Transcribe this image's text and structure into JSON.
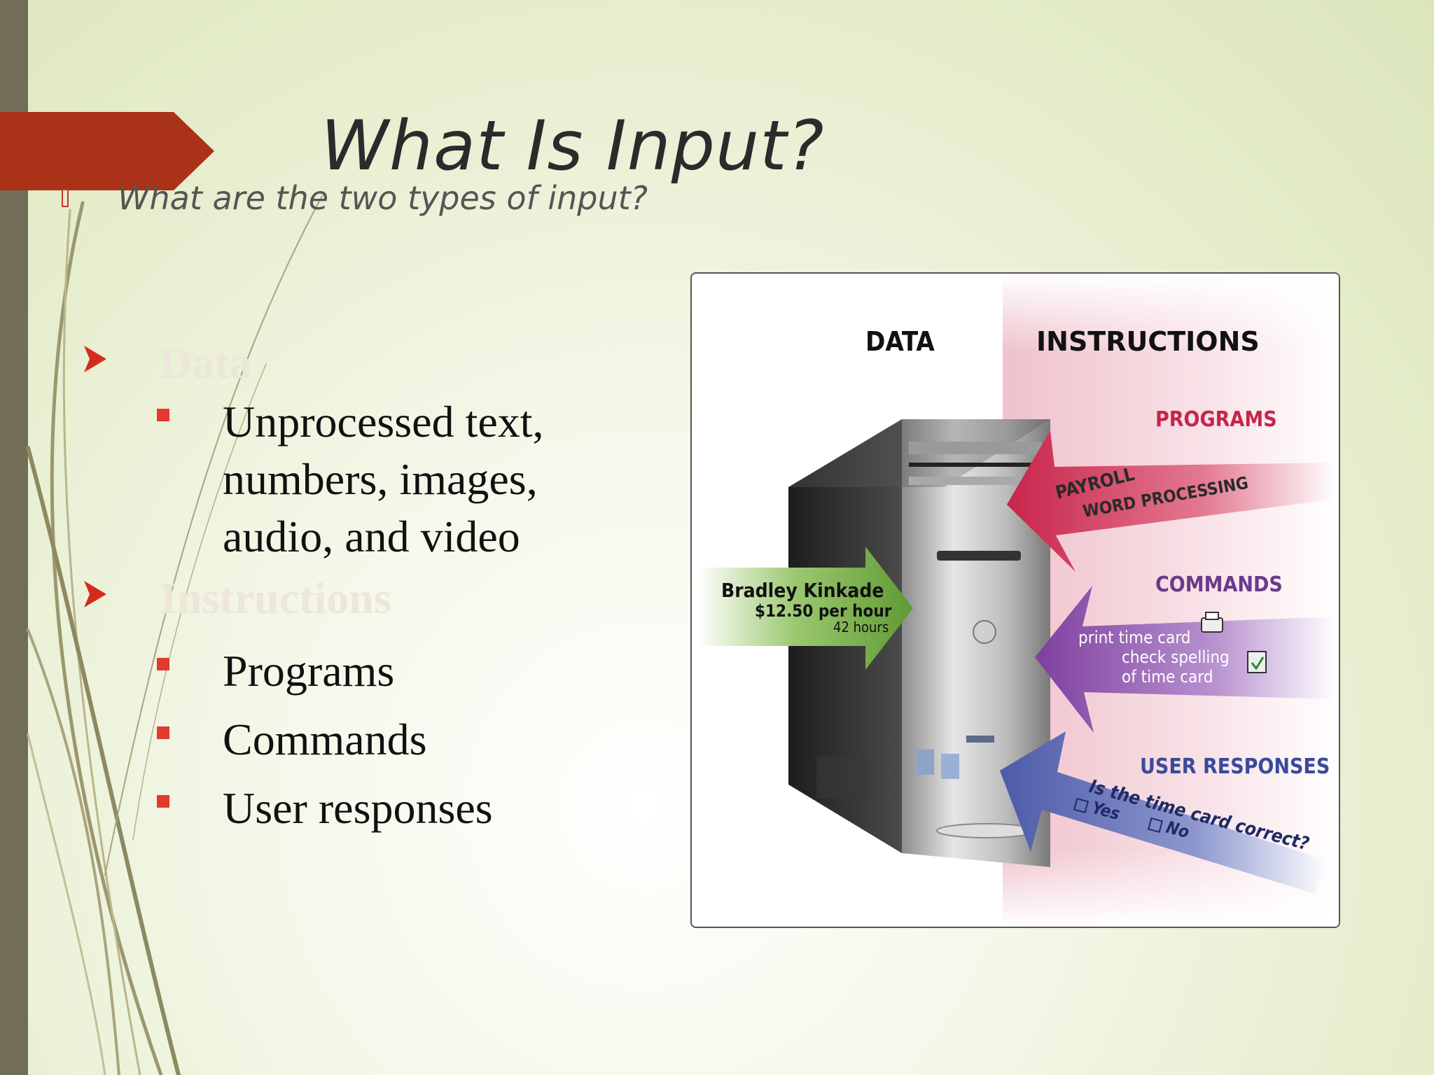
{
  "title": "What Is Input?",
  "subtitle": "What are the two types of input?",
  "bullets": [
    {
      "heading": "Data",
      "items": [
        "Unprocessed text,",
        "numbers, images,",
        "audio, and video"
      ]
    },
    {
      "heading": "Instructions",
      "items": [
        "Programs",
        "Commands",
        "User responses"
      ]
    }
  ],
  "illustration": {
    "data_header": "DATA",
    "instructions_header": "INSTRUCTIONS",
    "programs_label": "PROGRAMS",
    "programs_items": [
      "PAYROLL",
      "WORD PROCESSING"
    ],
    "data_items": [
      "Bradley Kinkade",
      "$12.50 per hour",
      "42 hours"
    ],
    "commands_label": "COMMANDS",
    "commands_items": [
      "print time card",
      "check spelling",
      "of time card"
    ],
    "responses_label": "USER RESPONSES",
    "responses_question": "Is the time card correct?",
    "responses_options": [
      "Yes",
      "No"
    ]
  },
  "colors": {
    "accent_tab": "#a93218",
    "bullet_red": "#e23a2c",
    "left_bar": "#726d56",
    "data_arrow": "#6aa03c",
    "programs_arrow": "#c8244a",
    "commands_arrow": "#7e3fa0",
    "responses_arrow": "#4c5aa8"
  },
  "icons": [
    "arrow-bullet-icon",
    "square-bullet-icon",
    "computer-tower-icon",
    "printer-icon",
    "spellcheck-icon"
  ]
}
